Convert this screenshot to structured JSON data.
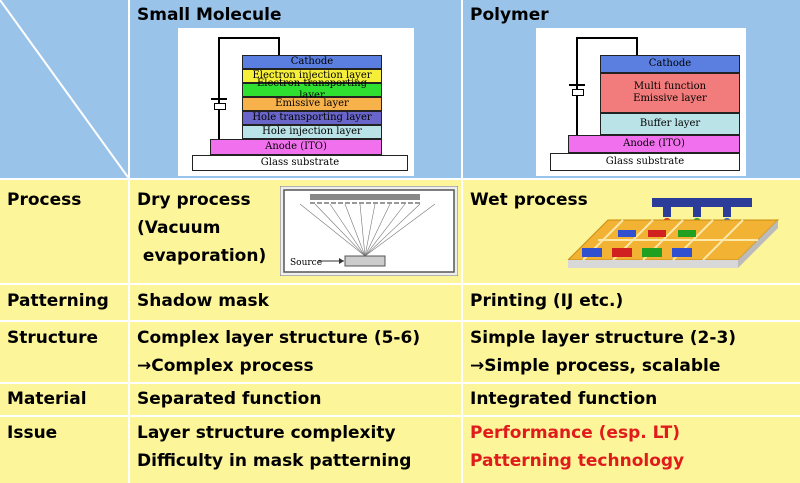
{
  "headers": {
    "small_molecule": "Small Molecule",
    "polymer": "Polymer"
  },
  "sm_stack": [
    {
      "label": "Cathode",
      "color": "#5b7fe0"
    },
    {
      "label": "Electron injection layer",
      "color": "#f6ef3a"
    },
    {
      "label": "Electron transporting layer",
      "color": "#2fe030"
    },
    {
      "label": "Emissive layer",
      "color": "#f7b24c"
    },
    {
      "label": "Hole transporting layer",
      "color": "#6a66c9"
    },
    {
      "label": "Hole injection layer",
      "color": "#b9e3e6"
    },
    {
      "label": "Anode (ITO)",
      "color": "#f070ee"
    },
    {
      "label": "Glass substrate",
      "color": "#ffffff"
    }
  ],
  "pol_stack": [
    {
      "label": "Cathode",
      "color": "#5b7fe0"
    },
    {
      "label": "Multi function\nEmissive layer",
      "color": "#f27c7c"
    },
    {
      "label": "Buffer layer",
      "color": "#b9e3e6"
    },
    {
      "label": "Anode (ITO)",
      "color": "#f070ee"
    },
    {
      "label": "Glass substrate",
      "color": "#ffffff"
    }
  ],
  "evap_diagram": {
    "source_label": "Source"
  },
  "rows": [
    {
      "label": "Process",
      "small_molecule": [
        "Dry process",
        "(Vacuum",
        " evaporation)"
      ],
      "polymer": [
        "Wet process"
      ]
    },
    {
      "label": "Patterning",
      "small_molecule": [
        "Shadow mask"
      ],
      "polymer": [
        "Printing (IJ etc.)"
      ]
    },
    {
      "label": "Structure",
      "small_molecule": [
        "Complex layer structure (5-6)",
        "→Complex process"
      ],
      "polymer": [
        "Simple layer structure (2-3)",
        "→Simple process, scalable"
      ]
    },
    {
      "label": "Material",
      "small_molecule": [
        "Separated function"
      ],
      "polymer": [
        "Integrated function"
      ]
    },
    {
      "label": "Issue",
      "small_molecule": [
        "Layer structure complexity",
        "Difficulty in mask patterning"
      ],
      "polymer": [
        "Performance (esp. LT)",
        "Patterning technology"
      ]
    }
  ],
  "colors": {
    "header_bg": "#9ac3ea",
    "body_bg": "#fdf59a",
    "issue_red": "#e01b1b"
  }
}
